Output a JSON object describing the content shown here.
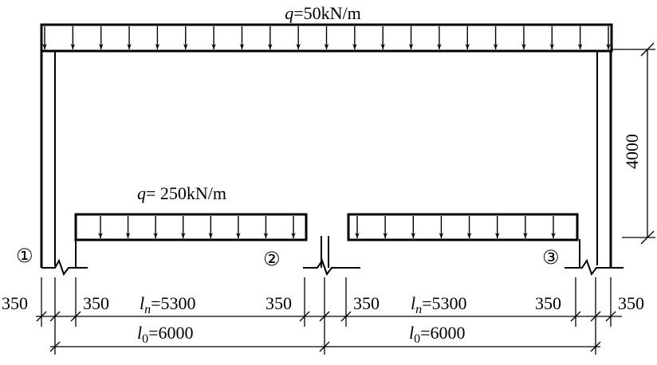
{
  "loads": {
    "roof": {
      "symbol": "q",
      "value": "=50kN/m"
    },
    "floor": {
      "symbol": "q",
      "value": "= 250kN/m"
    }
  },
  "height": "4000",
  "supports": {
    "s1": "①",
    "s2": "②",
    "s3": "③"
  },
  "dims": {
    "d1": "350",
    "d2": "350",
    "d3": "350",
    "d4": "350",
    "d5": "350",
    "d6": "350",
    "ln_symbol": "l",
    "ln_sub": "n",
    "ln_value": "=5300",
    "l0_symbol": "l",
    "l0_sub": "0",
    "l0_value": "=6000"
  }
}
